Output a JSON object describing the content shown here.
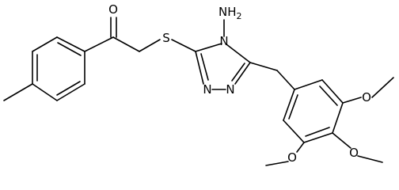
{
  "molecule": {
    "labels": {
      "carbonyl_oxygen": "O",
      "sulfur": "S",
      "amino": "NH",
      "amino_subscript": "2",
      "ring_nitrogen_top": "N",
      "ring_nitrogen_left": "N",
      "ring_nitrogen_right": "N",
      "methoxy_top_oxygen": "O",
      "methoxy_middle_oxygen": "O",
      "methoxy_bottom_oxygen": "O"
    }
  }
}
